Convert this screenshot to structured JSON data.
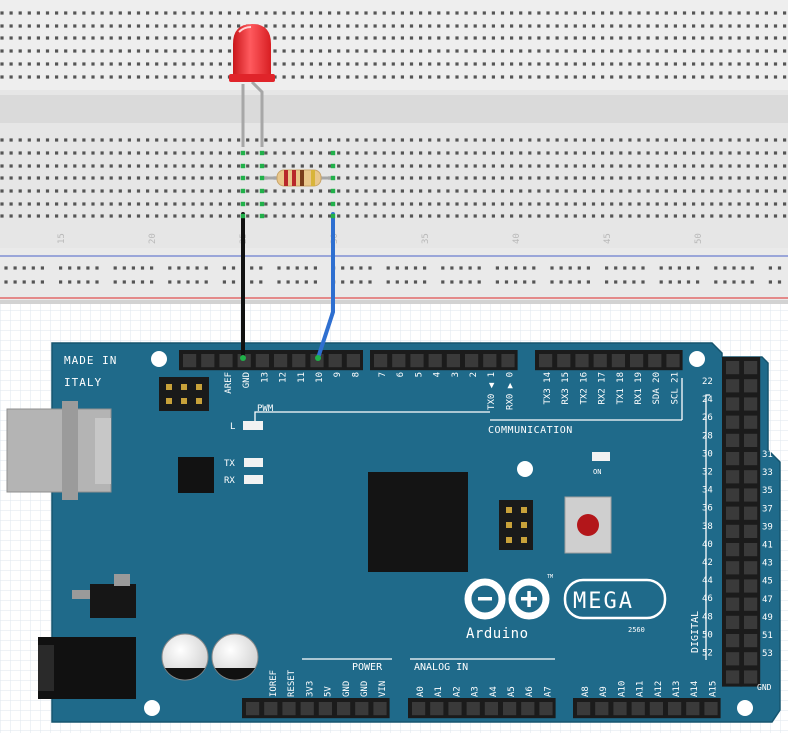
{
  "board": {
    "made_in_line1": "MADE IN",
    "made_in_line2": "ITALY",
    "pwm_label": "PWM",
    "led_l_label": "L",
    "tx_label": "TX",
    "rx_label": "RX",
    "on_label": "ON",
    "communication_label": "COMMUNICATION",
    "power_label": "POWER",
    "analog_label": "ANALOG IN",
    "digital_label": "DIGITAL",
    "brand_name": "Arduino",
    "model": "MEGA",
    "model_sub": "2560",
    "tm": "TM",
    "label_5v": "5V",
    "label_gnd": "GND",
    "top_header_left_labels": [
      "AREF",
      "GND",
      "13",
      "12",
      "11",
      "10",
      "9",
      "8"
    ],
    "top_header_mid_labels": [
      "7",
      "6",
      "5",
      "4",
      "3",
      "2",
      "TX0 ◀ 1",
      "RX0 ▶ 0"
    ],
    "top_header_right_labels": [
      "TX3 14",
      "RX3 15",
      "TX2 16",
      "RX2 17",
      "TX1 18",
      "RX1 19",
      "SDA 20",
      "SCL 21"
    ],
    "power_labels": [
      "IOREF",
      "RESET",
      "3V3",
      "5V",
      "GND",
      "GND",
      "VIN"
    ],
    "analog_labels_a": [
      "A0",
      "A1",
      "A2",
      "A3",
      "A4",
      "A5",
      "A6",
      "A7"
    ],
    "analog_labels_b": [
      "A8",
      "A9",
      "A10",
      "A11",
      "A12",
      "A13",
      "A14",
      "A15"
    ],
    "right_header_left_numbers": [
      "22",
      "24",
      "26",
      "28",
      "30",
      "32",
      "34",
      "36",
      "38",
      "40",
      "42",
      "44",
      "46",
      "48",
      "50",
      "52"
    ],
    "right_header_right_numbers": [
      "31",
      "33",
      "35",
      "37",
      "39",
      "41",
      "43",
      "45",
      "47",
      "49",
      "51",
      "53"
    ]
  },
  "breadboard": {
    "column_numbers": [
      "15",
      "20",
      "25",
      "30",
      "35",
      "40",
      "45",
      "50"
    ]
  },
  "colors": {
    "board_blue": "#1f6a8a",
    "breadboard": "#e8e8e8",
    "wire_black": "#111111",
    "wire_blue": "#2e6fd0",
    "led_red": "#e8262a",
    "rail_red": "#e05050",
    "rail_blue": "#4a63c8"
  },
  "icons": {
    "logo": "arduino-infinity-logo"
  }
}
